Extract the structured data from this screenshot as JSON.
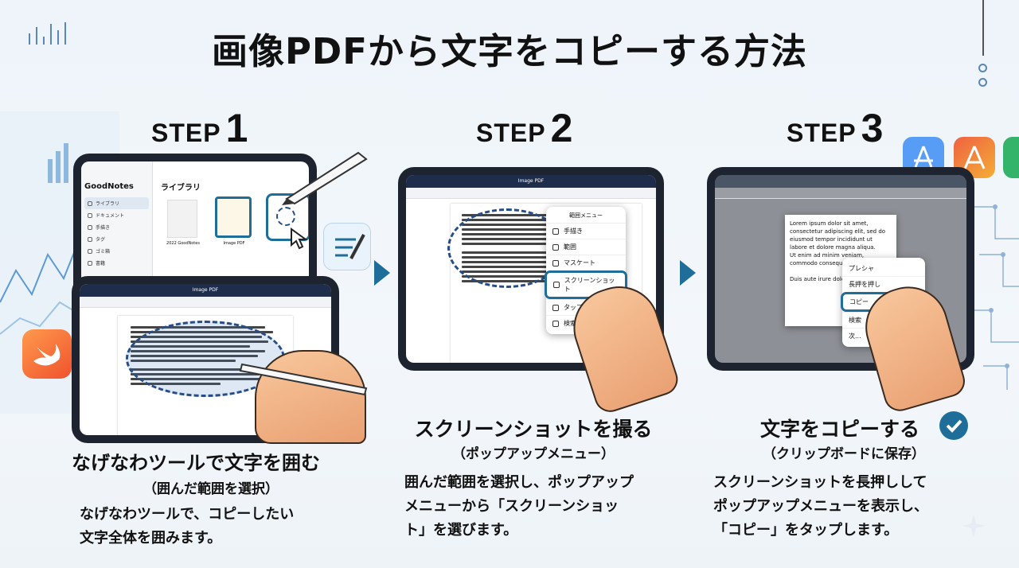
{
  "title": "画像PDFから文字をコピーする方法",
  "steps": [
    {
      "word": "STEP",
      "number": "1",
      "heading": "なげなわツールで文字を囲む",
      "sub": "（囲んだ範囲を選択）",
      "desc": [
        "なげなわツールで、コピーしたい",
        "文字全体を囲みます。"
      ]
    },
    {
      "word": "STEP",
      "number": "2",
      "heading": "スクリーンショットを撮る",
      "sub": "（ポップアップメニュー）",
      "desc": [
        "囲んだ範囲を選択し、ポップアップ",
        "メニューから「スクリーンショッ",
        "ト」を選びます。"
      ]
    },
    {
      "word": "STEP",
      "number": "3",
      "heading": "文字をコピーする",
      "sub": "（クリップボードに保存）",
      "desc": [
        "スクリーンショットを長押しして",
        "ポップアップメニューを表示し、",
        "「コピー」をタップします。"
      ]
    }
  ],
  "step1_library": {
    "app": "GoodNotes",
    "section": "ライブラリ",
    "sidebar": [
      "ライブラリ",
      "ドキュメント",
      "手描き",
      "タグ",
      "ゴミ箱",
      "書籍"
    ],
    "files": [
      "2022 GoodNotes",
      "Image PDF"
    ]
  },
  "step1_doc_title": "Image PDF",
  "step2_menu": {
    "title": "範囲メニュー",
    "items": [
      "手描き",
      "範囲",
      "マスケート",
      "スクリーンショット",
      "タップ",
      "検索"
    ],
    "highlighted": "スクリーンショット"
  },
  "step3_menu": {
    "items": [
      "プレシャ",
      "長押を押し",
      "コピー",
      "検索",
      "次..."
    ],
    "highlighted": "コピー"
  },
  "step3_text": [
    "Lorem ipsum dolor sit amet,",
    "consectetur adipiscing elit, sed do",
    "eiusmod tempor incididunt ut",
    "labore et dolore magna aliqua.",
    "Ut enim ad minim veniam,",
    "commodo consequat.",
    "Duis aute irure dolor"
  ],
  "colors": {
    "accent": "#1f6e9a",
    "navy": "#1f2d4d",
    "check": "#1f6e9a"
  }
}
